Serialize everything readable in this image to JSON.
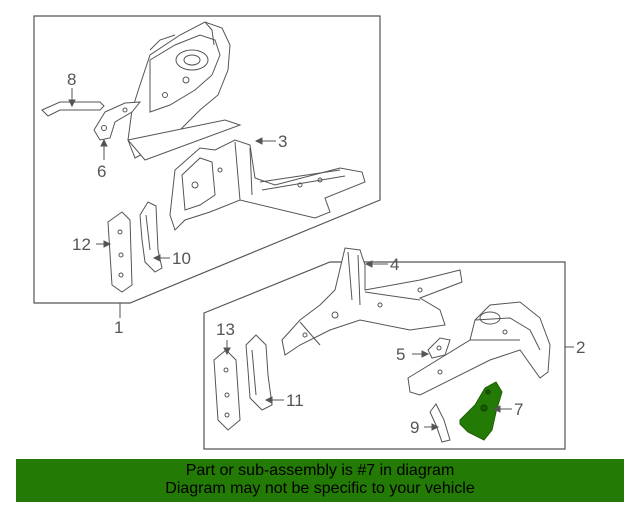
{
  "diagram": {
    "callouts": {
      "c1": "1",
      "c2": "2",
      "c3": "3",
      "c4": "4",
      "c5": "5",
      "c6": "6",
      "c7": "7",
      "c8": "8",
      "c9": "9",
      "c10": "10",
      "c11": "11",
      "c12": "12",
      "c13": "13"
    },
    "highlighted_part": "7",
    "colors": {
      "line": "#555555",
      "part_fill": "#ffffff",
      "highlight_fill": "#237a05",
      "banner_bg": "#237a05",
      "banner_text": "#000000"
    }
  },
  "banner": {
    "line1": "Part or sub-assembly is #7 in diagram",
    "line2": "Diagram may not be specific to your vehicle"
  }
}
